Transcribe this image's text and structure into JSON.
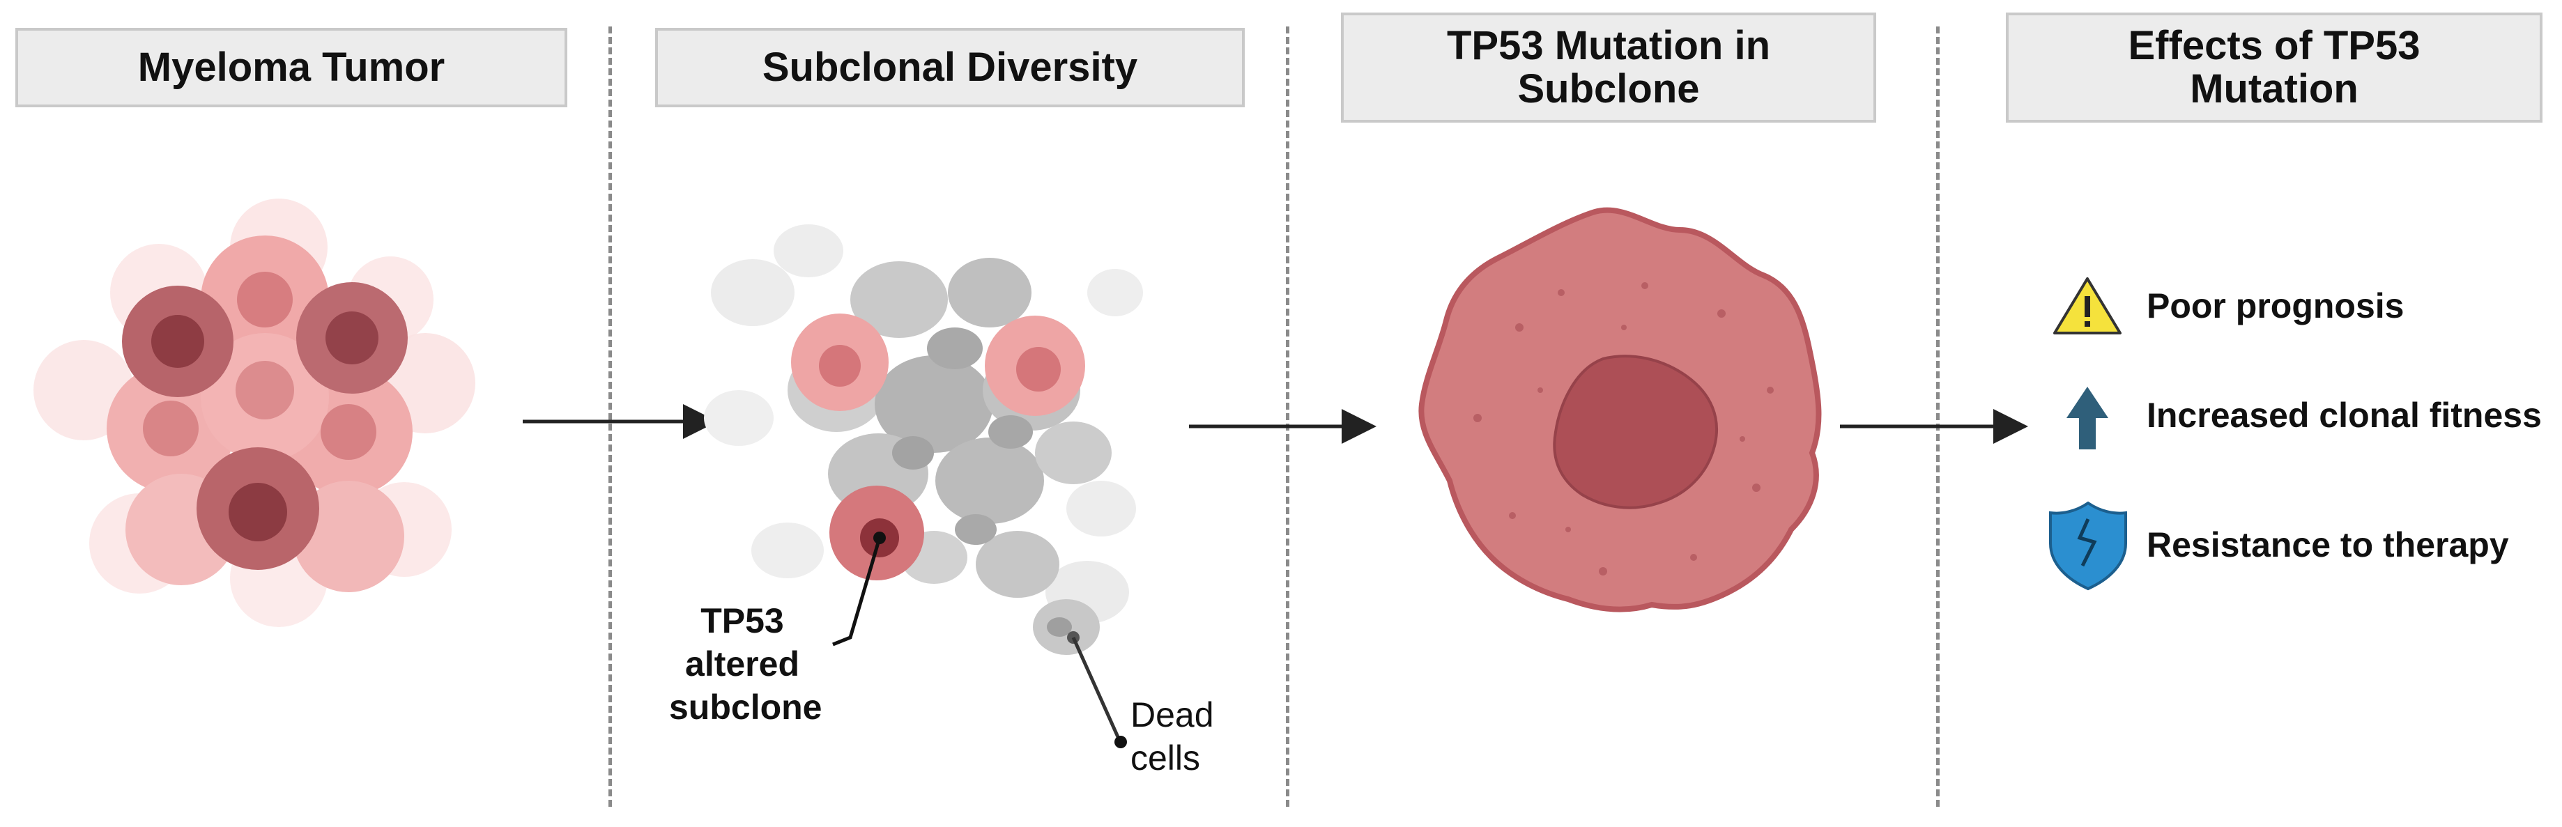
{
  "panels": [
    {
      "title": "Myeloma Tumor"
    },
    {
      "title": "Subclonal Diversity"
    },
    {
      "title": "TP53 Mutation in Subclone"
    },
    {
      "title": "Effects of TP53 Mutation"
    }
  ],
  "annotations": {
    "altered_line1": "TP53",
    "altered_line2": "altered",
    "altered_line3": "subclone",
    "dead_line1": "Dead",
    "dead_line2": "cells"
  },
  "effects": [
    {
      "label": "Poor prognosis",
      "icon": "warning-icon"
    },
    {
      "label": "Increased clonal fitness",
      "icon": "up-arrow-icon"
    },
    {
      "label": "Resistance to therapy",
      "icon": "shield-icon"
    }
  ],
  "colors": {
    "cell_light": "#f2b8b8",
    "cell_mid": "#e49a9a",
    "cell_dark": "#b65a5f",
    "mutant_cell": "#d8797c",
    "mutant_nucleus": "#a94c52",
    "dead_cell": "#bdbdbd",
    "warning": "#f5e23c",
    "arrow_blue": "#2f5f7a",
    "shield_blue": "#2b8fd0"
  }
}
